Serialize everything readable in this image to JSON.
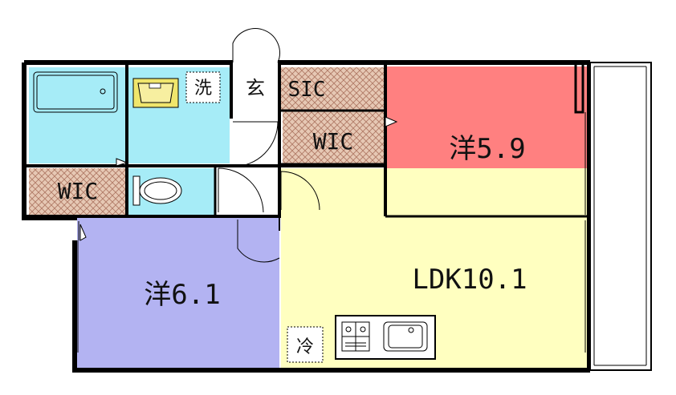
{
  "floorplan": {
    "rooms": {
      "bedroom_right": {
        "label": "洋5.9",
        "color": "#ff8080"
      },
      "bedroom_left": {
        "label": "洋6.1",
        "color": "#b3b3f2"
      },
      "ldk": {
        "label": "LDK10.1",
        "color": "#ffffc0"
      }
    },
    "labels": {
      "entrance": "玄",
      "shoe_closet": "SIC",
      "wic_upper": "WIC",
      "wic_lower": "WIC",
      "laundry": "洗",
      "fridge": "冷"
    },
    "colors": {
      "wet_area": "#a6ecf7",
      "closet_hatch": "#e4c4b0",
      "wall": "#000000",
      "balcony": "#ffffff"
    }
  }
}
